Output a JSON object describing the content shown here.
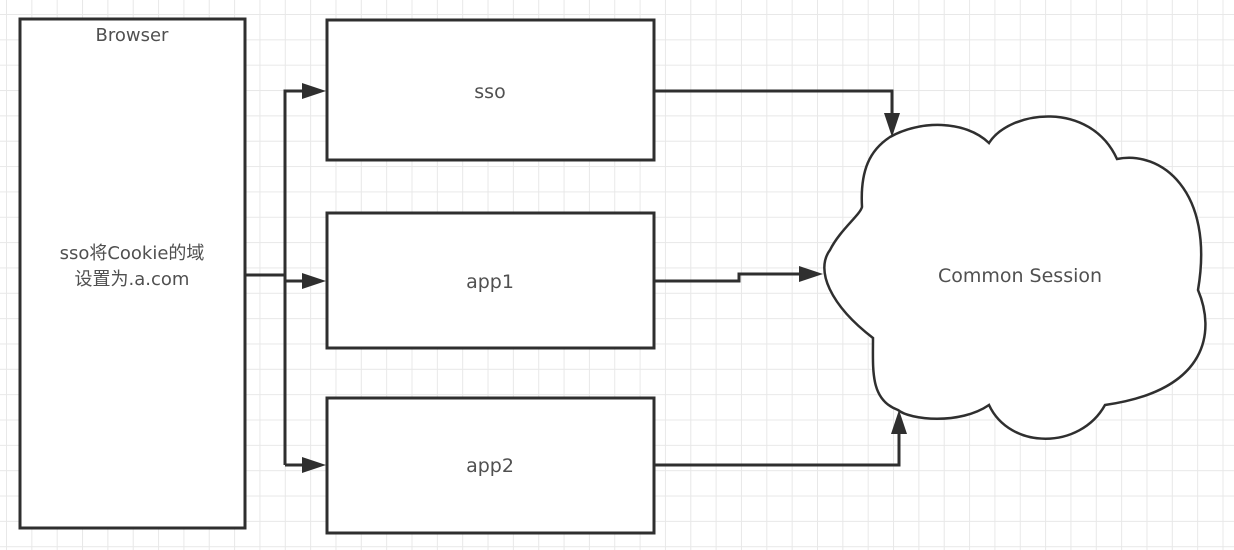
{
  "diagram": {
    "type": "flowchart",
    "nodes": {
      "browser": {
        "title": "Browser",
        "description_line1": "sso将Cookie的域",
        "description_line2": "设置为.a.com"
      },
      "sso": {
        "label": "sso"
      },
      "app1": {
        "label": "app1"
      },
      "app2": {
        "label": "app2"
      },
      "session": {
        "label": "Common Session",
        "shape": "cloud"
      }
    },
    "edges": [
      {
        "from": "browser",
        "to": "sso"
      },
      {
        "from": "browser",
        "to": "app1"
      },
      {
        "from": "browser",
        "to": "app2"
      },
      {
        "from": "sso",
        "to": "session"
      },
      {
        "from": "app1",
        "to": "session"
      },
      {
        "from": "app2",
        "to": "session"
      }
    ],
    "colors": {
      "stroke": "#2f2f2f",
      "text": "#505050",
      "grid": "#e8e8e8",
      "background": "#ffffff"
    }
  }
}
